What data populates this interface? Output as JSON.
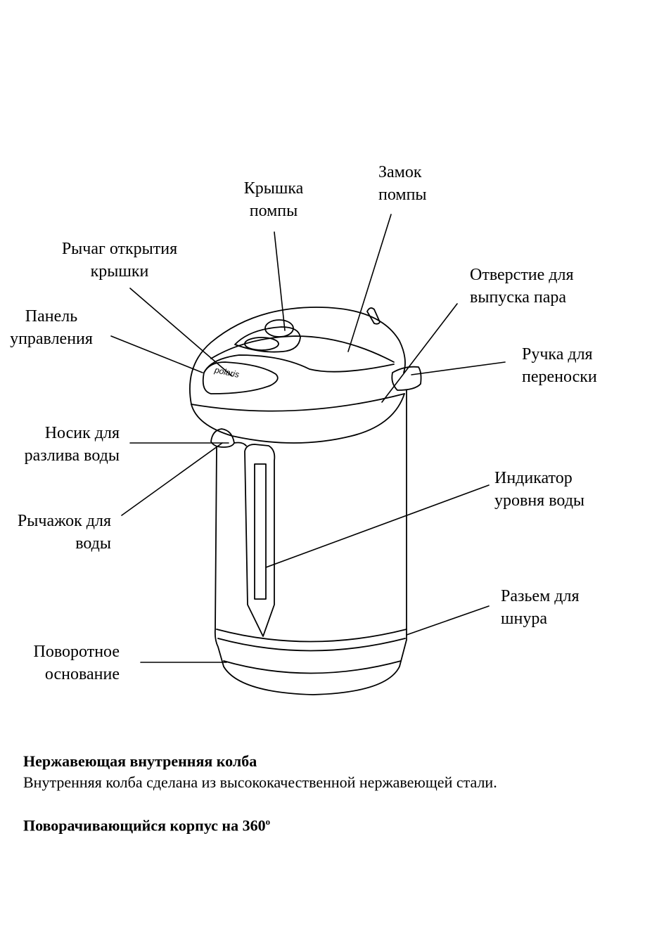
{
  "brand_logo": "polaris",
  "labels": {
    "kryshka_pompy": [
      "Крышка",
      "помпы"
    ],
    "zamok_pompy": [
      "Замок",
      "помпы"
    ],
    "rychag_otkrytiya": [
      "Рычаг открытия",
      "крышки"
    ],
    "otverstie_para": [
      "Отверстие для",
      "выпуска пара"
    ],
    "panel": [
      "Панель",
      "управления"
    ],
    "ruchka": [
      "Ручка для",
      "переноски"
    ],
    "nosik": [
      "Носик для",
      "разлива воды"
    ],
    "indikator": [
      "Индикатор",
      "уровня воды"
    ],
    "rychazhok": [
      "Рычажок для",
      "воды"
    ],
    "razem": [
      "Разьем для",
      "шнура"
    ],
    "osnovanie": [
      "Поворотное",
      "основание"
    ]
  },
  "sections": {
    "flask_heading": "Нержавеющая внутренняя колба",
    "flask_text": "Внутренняя колба сделана из высококачественной нержавеющей стали.",
    "rotation_heading": "Поворачивающийся корпус на 360",
    "rotation_sup": "o"
  }
}
